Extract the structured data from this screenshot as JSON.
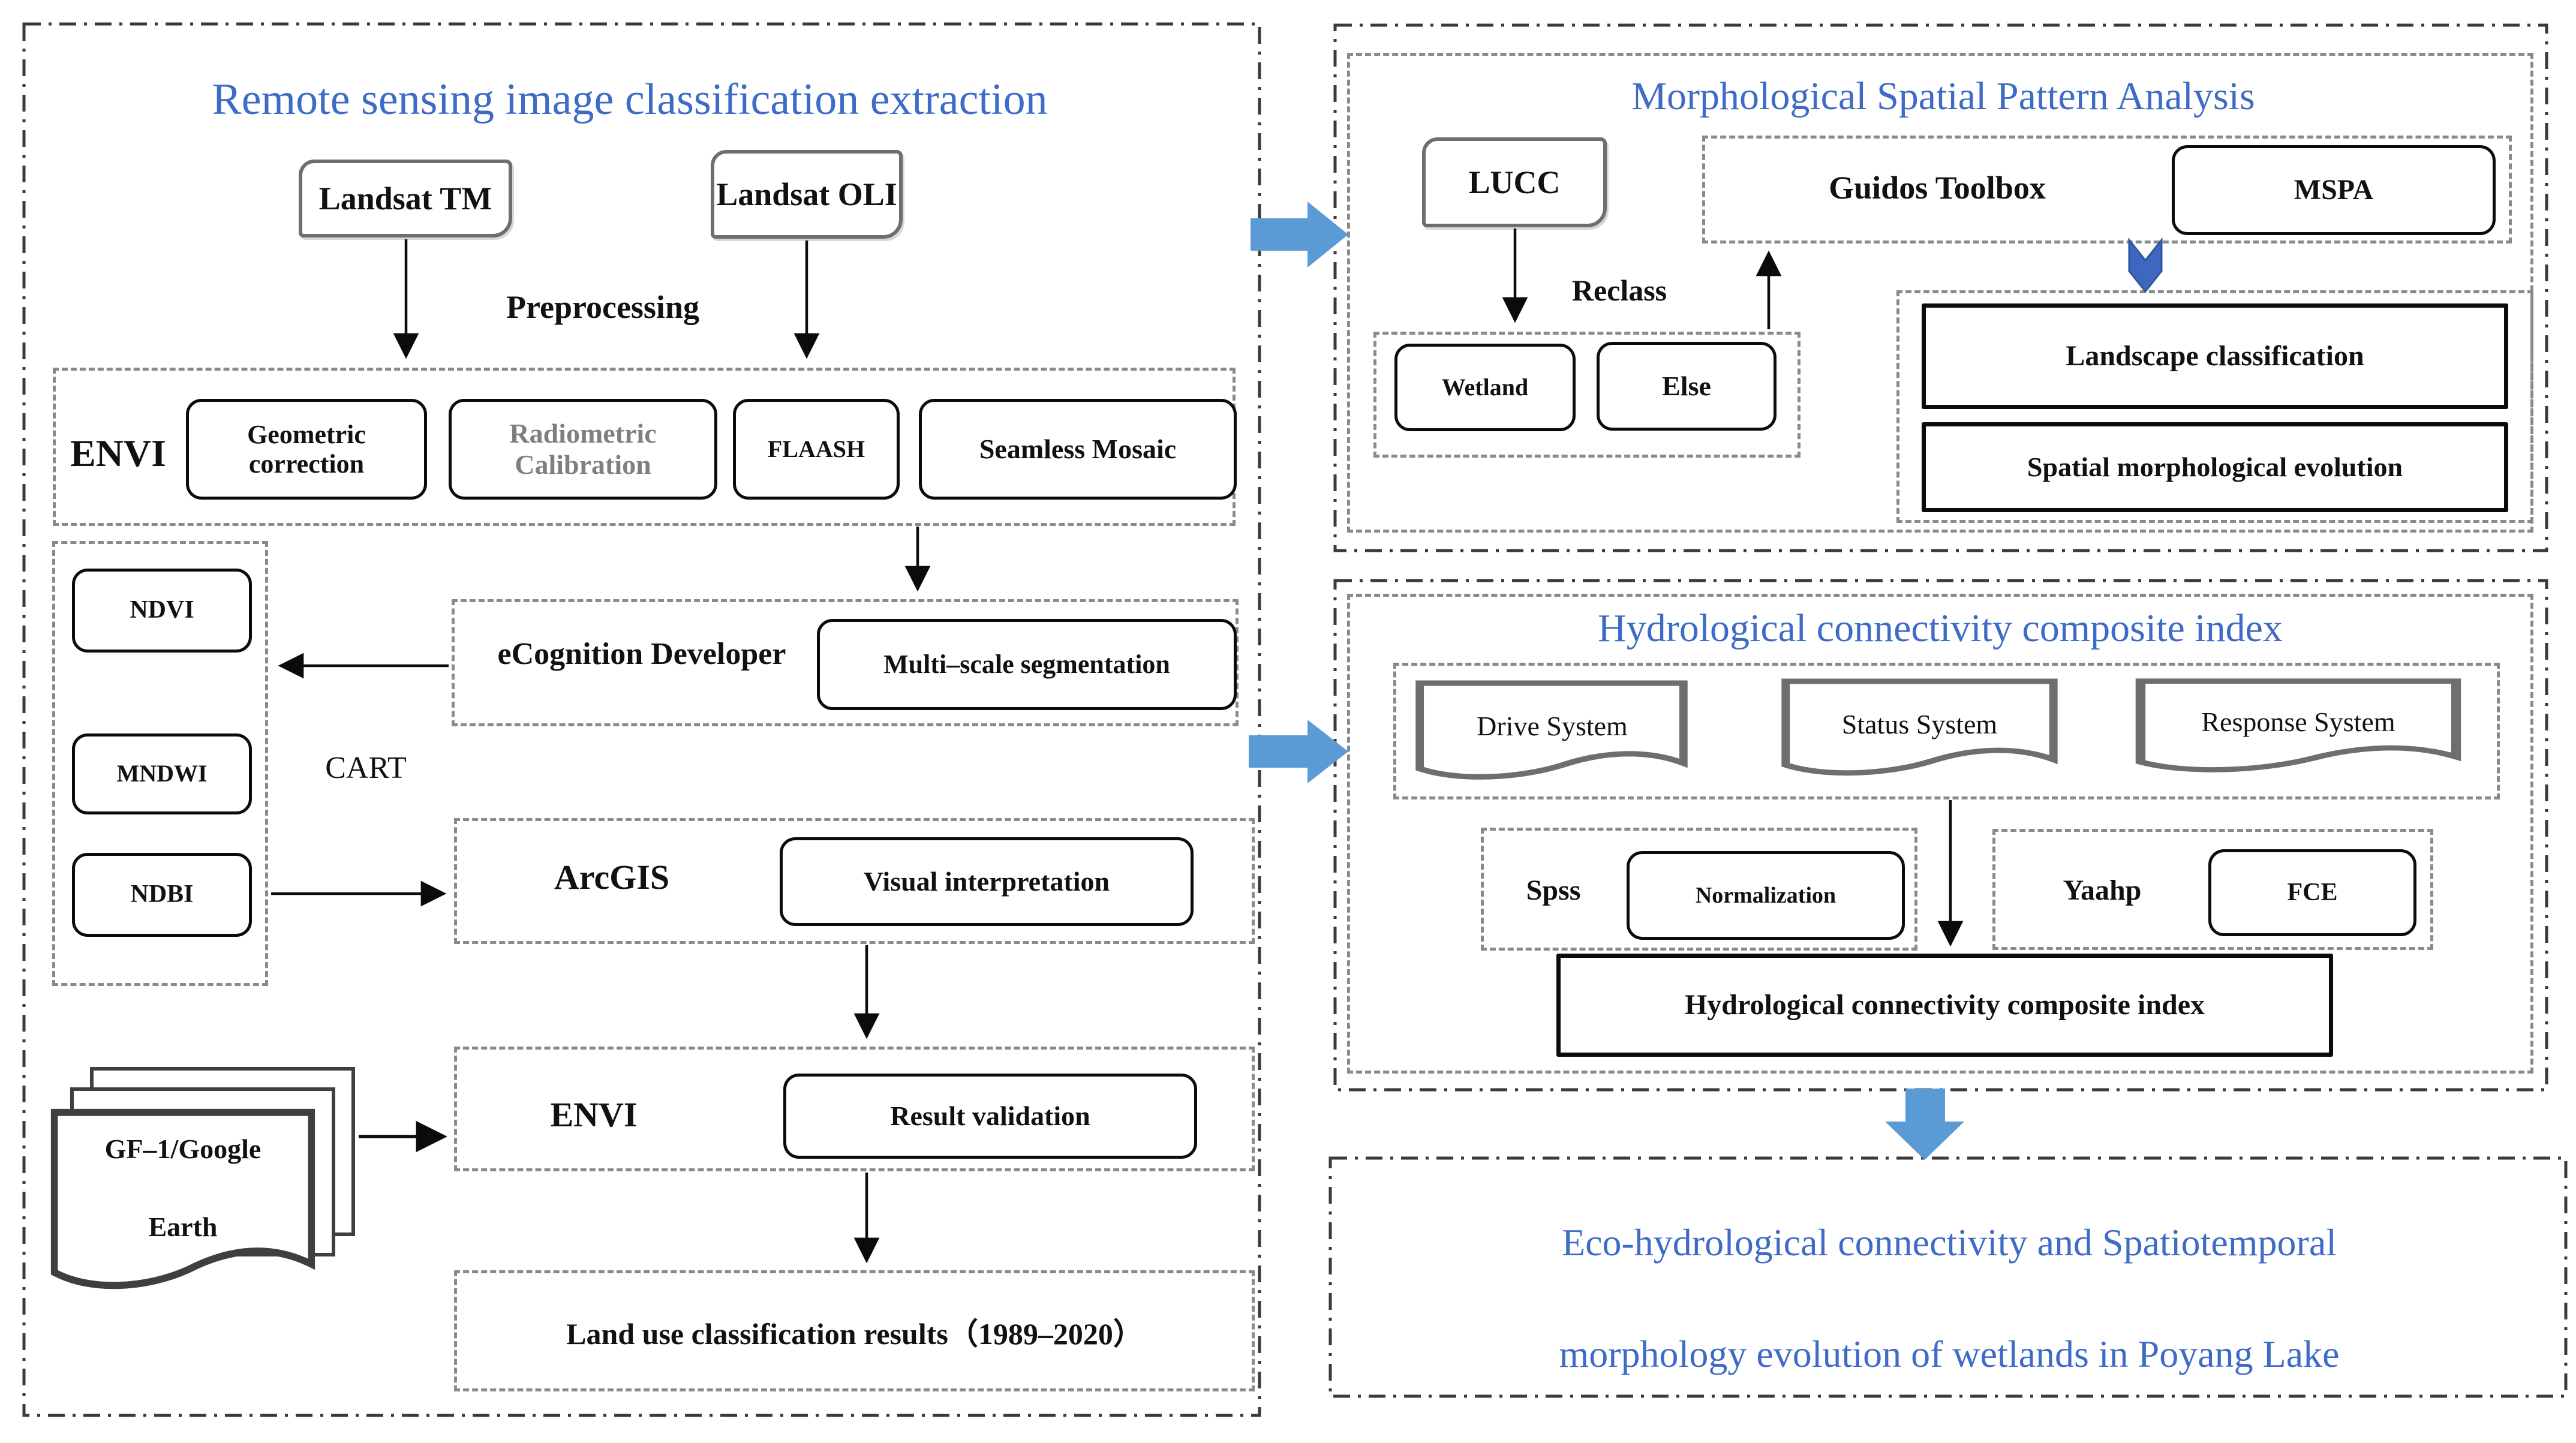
{
  "colors": {
    "title_blue": "#3D6BC6",
    "arrow_blue": "#5B9BD5",
    "chevron_blue": "#3E68C0",
    "gray_border": "#8a8a8a",
    "gray_text": "#7f7f7f"
  },
  "left": {
    "title": "Remote sensing image classification extraction",
    "landsat_tm": "Landsat TM",
    "landsat_oli": "Landsat OLI",
    "preprocessing": "Preprocessing",
    "envi": {
      "label": "ENVI",
      "geometric": "Geometric correction",
      "radiometric": "Radiometric Calibration",
      "flaash": "FLAASH",
      "seamless": "Seamless Mosaic"
    },
    "cart": {
      "label": "CART",
      "ndvi": "NDVI",
      "mndwi": "MNDWI",
      "ndbi": "NDBI"
    },
    "ecognition": {
      "label": "eCognition Developer",
      "box": "Multi–scale segmentation"
    },
    "arcgis": {
      "label": "ArcGIS",
      "box": "Visual interpretation"
    },
    "envi2": {
      "label": "ENVI",
      "box": "Result validation"
    },
    "gf": {
      "line1": "GF–1/Google",
      "line2": "Earth"
    },
    "landuse": "Land use classification results（1989–2020）"
  },
  "mspa": {
    "title": "Morphological Spatial Pattern Analysis",
    "lucc": "LUCC",
    "guidos": "Guidos Toolbox",
    "mspa_box": "MSPA",
    "reclass": "Reclass",
    "wetland": "Wetland",
    "else_box": "Else",
    "landscape": "Landscape classification",
    "spatial": "Spatial morphological evolution"
  },
  "hydro": {
    "title": "Hydrological connectivity composite index",
    "drive": "Drive System",
    "status": "Status System",
    "response": "Response System",
    "spss": "Spss",
    "normalization": "Normalization",
    "yaahp": "Yaahp",
    "fce": "FCE",
    "hcci": "Hydrological connectivity composite index"
  },
  "outcome": {
    "line1": "Eco-hydrological connectivity and Spatiotemporal",
    "line2": "morphology evolution of wetlands in Poyang Lake"
  }
}
